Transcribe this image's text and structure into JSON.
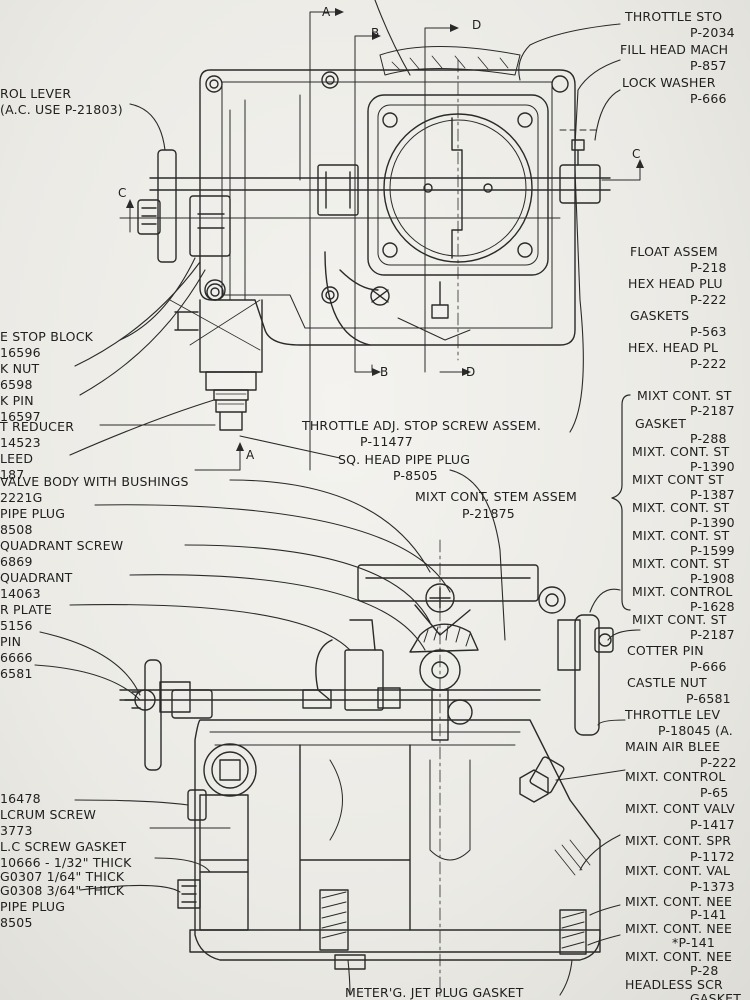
{
  "sections": {
    "a": "A",
    "b": "B",
    "c": "C",
    "d": "D"
  },
  "labels": [
    "THROTTLE STO",
    "P-2034",
    "FILL HEAD MACH",
    "P-857",
    "LOCK WASHER",
    "P-666",
    "ROL LEVER",
    "(A.C. USE P-21803)",
    "FLOAT ASSEM",
    "P-218",
    "HEX HEAD PLU",
    "P-222",
    "GASKETS",
    "P-563",
    "HEX. HEAD PL",
    "P-222",
    "E STOP BLOCK",
    "16596",
    "K NUT",
    "6598",
    "K PIN",
    "16597",
    "T REDUCER",
    "14523",
    "LEED",
    "187",
    "VALVE BODY WITH BUSHINGS",
    "2221G",
    "PIPE PLUG",
    "8508",
    "QUADRANT SCREW",
    "6869",
    "QUADRANT",
    "14063",
    "R PLATE",
    "5156",
    "PIN",
    "6666",
    "6581",
    "THROTTLE ADJ. STOP SCREW ASSEM.",
    "P-11477",
    "SQ. HEAD PIPE PLUG",
    "P-8505",
    "MIXT CONT. STEM ASSEM",
    "P-21875",
    "MIXT CONT. ST",
    "P-2187",
    "GASKET",
    "P-288",
    "MIXT. CONT. ST",
    "P-1390",
    "MIXT CONT ST",
    "P-1387",
    "MIXT. CONT. ST",
    "P-1390",
    "MIXT. CONT. ST",
    "P-1599",
    "MIXT. CONT. ST",
    "P-1908",
    "MIXT. CONTROL",
    "P-1628",
    "MIXT CONT. ST",
    "P-2187",
    "COTTER PIN",
    "P-666",
    "CASTLE NUT",
    "P-6581",
    "THROTTLE LEV",
    "P-18045 (A.",
    "MAIN AIR BLEE",
    "P-222",
    "MIXT. CONTROL",
    "P-65",
    "MIXT. CONT VALV",
    "P-1417",
    "MIXT. CONT. SPR",
    "P-1172",
    "MIXT. CONT. VAL",
    "P-1373",
    "MIXT. CONT. NEE",
    "P-141",
    "MIXT. CONT. NEE",
    "*P-141",
    "MIXT. CONT. NEE",
    "P-28",
    "HEADLESS SCR",
    "GASKET",
    "16478",
    "LCRUM SCREW",
    "3773",
    "L.C SCREW GASKET",
    "10666 - 1/32\" THICK",
    "G0307 1/64\" THICK",
    "G0308 3/64\" THICK",
    "PIPE PLUG",
    "8505",
    "METER'G. JET PLUG GASKET"
  ]
}
